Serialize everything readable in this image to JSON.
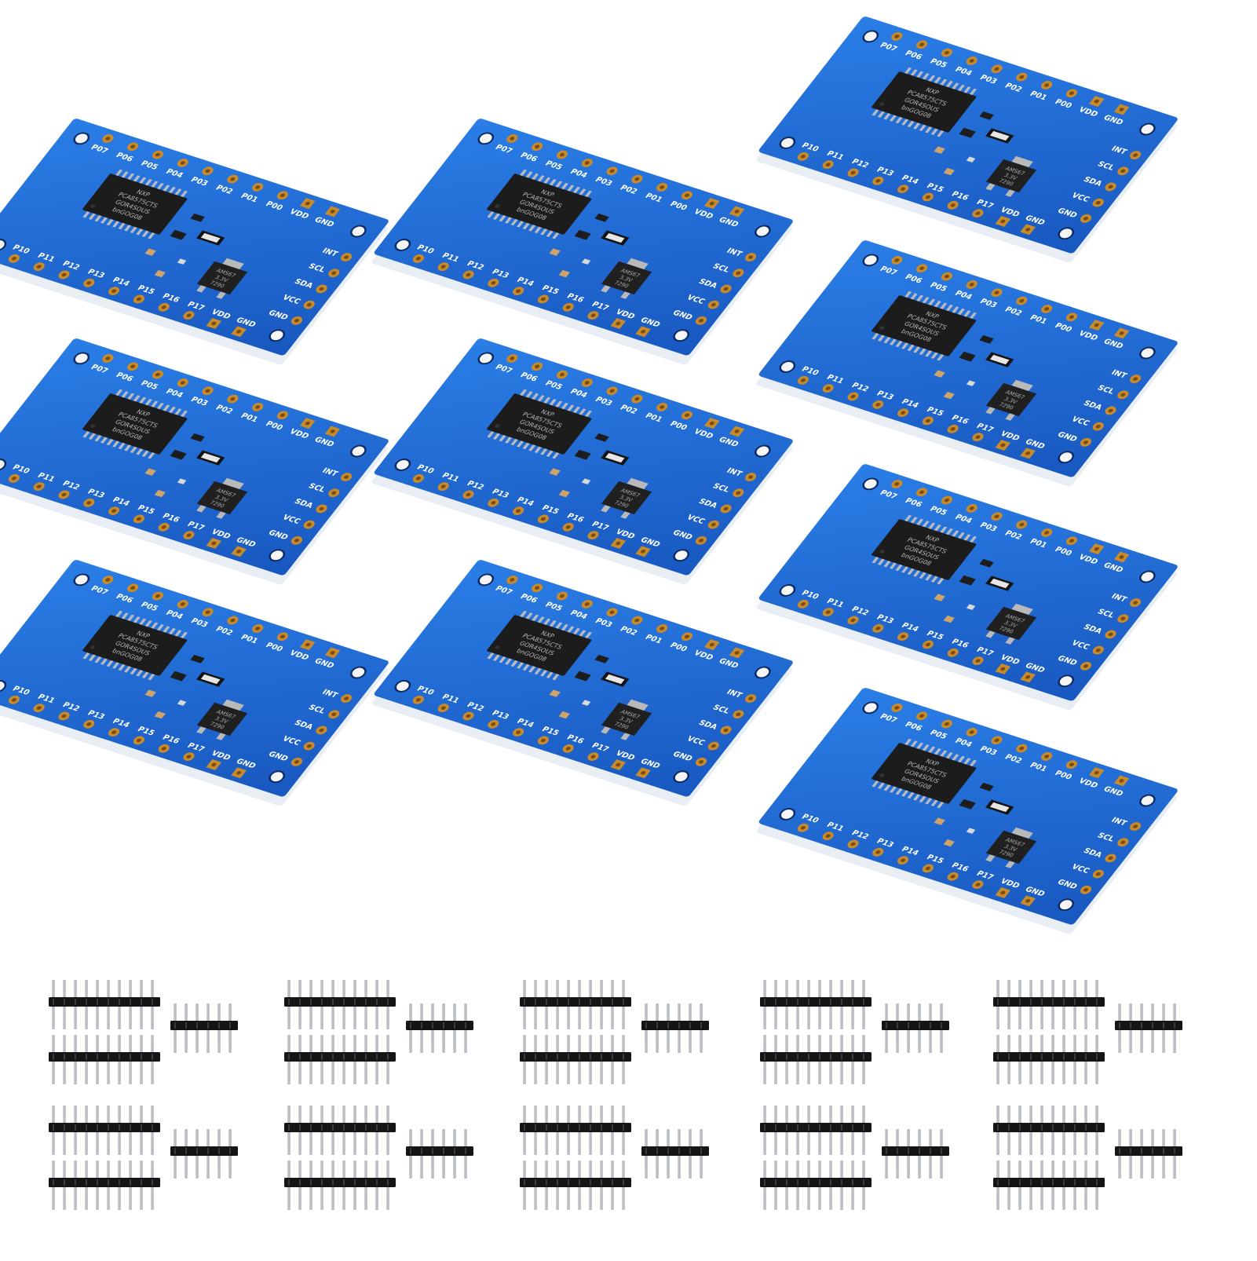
{
  "product": {
    "module_count": 10,
    "header_set_count": 10,
    "chip_marking": [
      "NXP",
      "PCA8575CTS",
      "GOR4SOUS",
      "bnGOG08"
    ],
    "regulator_marking": [
      "AMS67",
      "3.3V",
      "7290"
    ],
    "pins": {
      "top_row": [
        "P07",
        "P06",
        "P05",
        "P04",
        "P03",
        "P02",
        "P01",
        "P00",
        "VDD",
        "GND"
      ],
      "bottom_row": [
        "P10",
        "P11",
        "P12",
        "P13",
        "P14",
        "P15",
        "P16",
        "P17",
        "VDD",
        "GND"
      ],
      "side": [
        "INT",
        "SCL",
        "SDA",
        "VCC",
        "GND"
      ]
    },
    "colors": {
      "pcb_blue": "#1f6fd8",
      "pcb_edge": "#e9eef5",
      "pad_gold": "#c98a2c",
      "chip_black": "#1c1c1c",
      "silkscreen": "#ffffff"
    }
  }
}
